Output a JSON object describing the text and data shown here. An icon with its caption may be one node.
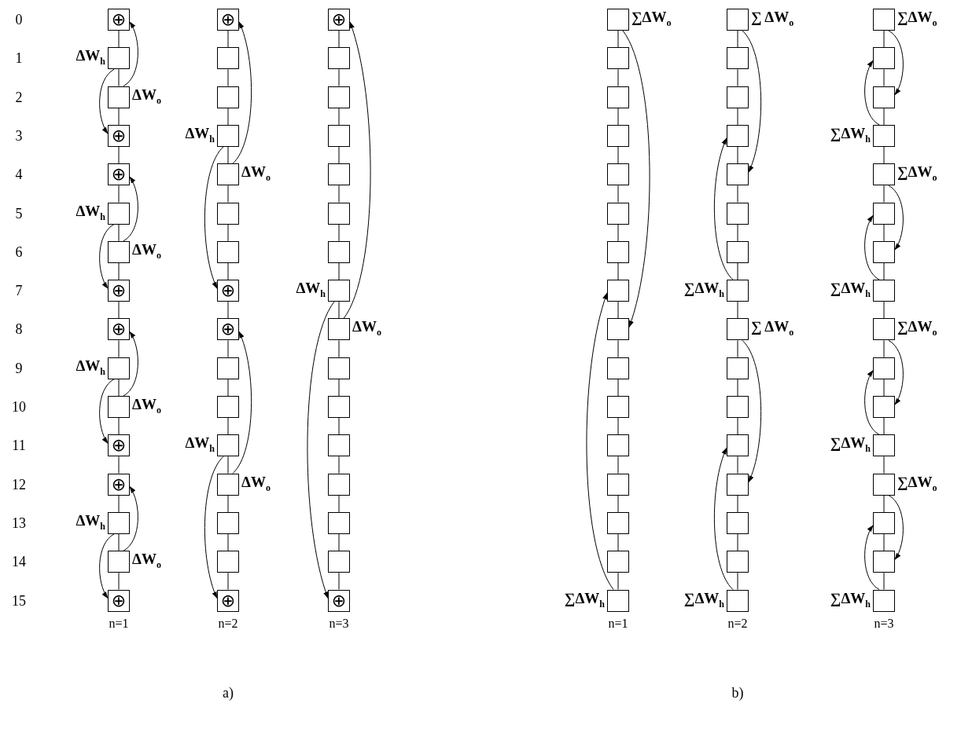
{
  "diagram": {
    "nodes": [
      {
        "text": [
          "⊕"
        ]
      },
      {
        "text": [],
        "shape": "box",
        "beside": [
          "ΔW$_{h}$"
        ]
      },
      {
        "text": [],
        "shape": "box",
        "beside": [
          "ΔW$_{o}$"
        ]
      },
      {
        "text": [
          "⊕"
        ]
      },
      {
        "text": [
          "⊕"
        ]
      },
      {
        "text": [],
        "shape": "box",
        "beside": [
          "ΔW$_{h}$"
        ]
      },
      {
        "text": [],
        "shape": "box",
        "beside": [
          "ΔW$_{o}$"
        ]
      },
      {
        "text": [
          "⊕"
        ]
      },
      {
        "text": [
          "⊕"
        ]
      },
      {
        "text": [],
        "shape": "box",
        "beside": [
          "ΔW$_{h}$"
        ]
      },
      {
        "text": [],
        "shape": "box",
        "beside": [
          "ΔW$_{o}$"
        ]
      },
      {
        "text": [
          "⊕"
        ]
      },
      {
        "text": [
          "⊕"
        ]
      },
      {
        "text": [],
        "shape": "box",
        "beside": [
          "ΔW$_{h}$"
        ]
      },
      {
        "text": [],
        "shape": "box",
        "beside": [
          "ΔW$_{o}$"
        ]
      },
      {
        "text": [
          "⊕"
        ]
      },
      {
        "text": [
          "⊕"
        ]
      },
      {
        "text": [],
        "shape": "box"
      },
      {
        "text": [],
        "shape": "box"
      },
      {
        "text": [],
        "shape": "box",
        "beside": [
          "ΔW$_{h}$"
        ]
      },
      {
        "text": [],
        "shape": "box",
        "beside": [
          "ΔW$_{o}$"
        ]
      },
      {
        "text": [],
        "shape": "box"
      },
      {
        "text": [],
        "shape": "box"
      },
      {
        "text": [
          "⊕"
        ]
      },
      {
        "text": [
          "⊕"
        ]
      },
      {
        "text": [],
        "shape": "box"
      },
      {
        "text": [],
        "shape": "box"
      },
      {
        "text": [],
        "shape": "box",
        "beside": [
          "ΔW$_{h}$"
        ]
      },
      {
        "text": [],
        "shape": "box",
        "beside": [
          "ΔW$_{o}$"
        ]
      },
      {
        "text": [],
        "shape": "box"
      },
      {
        "text": [],
        "shape": "box"
      },
      {
        "text": [
          "⊕"
        ]
      },
      {
        "text": [
          "⊕"
        ]
      },
      {
        "text": [],
        "shape": "box"
      },
      {
        "text": [],
        "shape": "box"
      },
      {
        "text": [],
        "shape": "box"
      },
      {
        "text": [],
        "shape": "box"
      },
      {
        "text": [],
        "shape": "box"
      },
      {
        "text": [],
        "shape": "box"
      },
      {
        "text": [],
        "shape": "box",
        "beside": [
          "ΔW$_{h}$"
        ]
      },
      {
        "text": [],
        "shape": "box",
        "beside": [
          "ΔW$_{o}$"
        ]
      },
      {
        "text": [],
        "shape": "box"
      },
      {
        "text": [],
        "shape": "box"
      },
      {
        "text": [],
        "shape": "box"
      },
      {
        "text": [],
        "shape": "box"
      },
      {
        "text": [],
        "shape": "box"
      },
      {
        "text": [],
        "shape": "box"
      },
      {
        "text": [
          "⊕"
        ]
      },
      {
        "text": [],
        "shape": "box",
        "beside": [
          "∑ΔW$_{o}$"
        ]
      },
      {
        "text": [],
        "shape": "box"
      },
      {
        "text": [],
        "shape": "box"
      },
      {
        "text": [],
        "shape": "box"
      },
      {
        "text": [],
        "shape": "box"
      },
      {
        "text": [],
        "shape": "box"
      },
      {
        "text": [],
        "shape": "box"
      },
      {
        "text": [],
        "shape": "box"
      },
      {
        "text": [],
        "shape": "box"
      },
      {
        "text": [],
        "shape": "box"
      },
      {
        "text": [],
        "shape": "box"
      },
      {
        "text": [],
        "shape": "box"
      },
      {
        "text": [],
        "shape": "box"
      },
      {
        "text": [],
        "shape": "box"
      },
      {
        "text": [],
        "shape": "box"
      },
      {
        "text": [],
        "shape": "box",
        "beside": [
          "∑ΔW$_{h}$"
        ]
      },
      {
        "text": [],
        "shape": "box",
        "beside": [
          "∑ ΔW$_{o}$"
        ]
      },
      {
        "text": [],
        "shape": "box"
      },
      {
        "text": [],
        "shape": "box"
      },
      {
        "text": [],
        "shape": "box"
      },
      {
        "text": [],
        "shape": "box"
      },
      {
        "text": [],
        "shape": "box"
      },
      {
        "text": [],
        "shape": "box"
      },
      {
        "text": [],
        "shape": "box",
        "beside": [
          "∑ΔW$_{h}$"
        ]
      },
      {
        "text": [],
        "shape": "box",
        "beside": [
          "∑ ΔW$_{o}$"
        ]
      },
      {
        "text": [],
        "shape": "box"
      },
      {
        "text": [],
        "shape": "box"
      },
      {
        "text": [],
        "shape": "box"
      },
      {
        "text": [],
        "shape": "box"
      },
      {
        "text": [],
        "shape": "box"
      },
      {
        "text": [],
        "shape": "box"
      },
      {
        "text": [],
        "shape": "box",
        "beside": [
          "∑ΔW$_{h}$"
        ]
      },
      {
        "text": [],
        "shape": "box",
        "beside": [
          "∑ΔW$_{o}$"
        ]
      },
      {
        "text": [],
        "shape": "box"
      },
      {
        "text": [],
        "shape": "box"
      },
      {
        "text": [],
        "shape": "box",
        "beside": [
          "∑ΔW$_{h}$"
        ]
      },
      {
        "text": [],
        "shape": "box",
        "beside": [
          "∑ΔW$_{o}$"
        ]
      },
      {
        "text": [],
        "shape": "box"
      },
      {
        "text": [],
        "shape": "box"
      },
      {
        "text": [],
        "shape": "box",
        "beside": [
          "∑ΔW$_{h}$"
        ]
      },
      {
        "text": [],
        "shape": "box",
        "beside": [
          "∑ΔW$_{o}$"
        ]
      },
      {
        "text": [],
        "shape": "box"
      },
      {
        "text": [],
        "shape": "box"
      },
      {
        "text": [],
        "shape": "box",
        "beside": [
          "∑ΔW$_{h}$"
        ]
      },
      {
        "text": [],
        "shape": "box",
        "beside": [
          "∑ΔW$_{o}$"
        ]
      },
      {
        "text": [],
        "shape": "box"
      },
      {
        "text": [],
        "shape": "box"
      },
      {
        "text": [],
        "shape": "box",
        "beside": [
          "∑ΔW$_{h}$"
        ]
      }
    ],
    "edges": [
      {
        "from": 1,
        "to": 3,
        "arrow": "to"
      },
      {
        "from": 2,
        "to": 0,
        "arrow": "to"
      },
      {
        "from": 5,
        "to": 7,
        "arrow": "to"
      },
      {
        "from": 6,
        "to": 4,
        "arrow": "to"
      },
      {
        "from": 9,
        "to": 11,
        "arrow": "to"
      },
      {
        "from": 10,
        "to": 8,
        "arrow": "to"
      },
      {
        "from": 13,
        "to": 15,
        "arrow": "to"
      },
      {
        "from": 14,
        "to": 12,
        "arrow": "to"
      },
      {
        "from": 19,
        "to": 23,
        "arrow": "to"
      },
      {
        "from": 20,
        "to": 16,
        "arrow": "to"
      },
      {
        "from": 27,
        "to": 31,
        "arrow": "to"
      },
      {
        "from": 28,
        "to": 24,
        "arrow": "to"
      },
      {
        "from": 39,
        "to": 47,
        "arrow": "to"
      },
      {
        "from": 40,
        "to": 32,
        "arrow": "to"
      },
      {
        "from": 48,
        "to": 56,
        "arrow": "to"
      },
      {
        "from": 63,
        "to": 55,
        "arrow": "to"
      },
      {
        "from": 64,
        "to": 68,
        "arrow": "to"
      },
      {
        "from": 71,
        "to": 67,
        "arrow": "to"
      },
      {
        "from": 72,
        "to": 76,
        "arrow": "to"
      },
      {
        "from": 79,
        "to": 75,
        "arrow": "to"
      },
      {
        "from": 80,
        "to": 82,
        "arrow": "to"
      },
      {
        "from": 83,
        "to": 81,
        "arrow": "to"
      },
      {
        "from": 84,
        "to": 86,
        "arrow": "to"
      },
      {
        "from": 87,
        "to": 85,
        "arrow": "to"
      },
      {
        "from": 88,
        "to": 90,
        "arrow": "to"
      },
      {
        "from": 91,
        "to": 89,
        "arrow": "to"
      },
      {
        "from": 92,
        "to": 94,
        "arrow": "to"
      },
      {
        "from": 95,
        "to": 93,
        "arrow": "to"
      },
      {
        "from": 0,
        "to": 1,
        "arrow": "none"
      },
      {
        "from": 1,
        "to": 2,
        "arrow": "none"
      },
      {
        "from": 2,
        "to": 3,
        "arrow": "none"
      },
      {
        "from": 3,
        "to": 4,
        "arrow": "none"
      },
      {
        "from": 4,
        "to": 5,
        "arrow": "none"
      },
      {
        "from": 5,
        "to": 6,
        "arrow": "none"
      },
      {
        "from": 6,
        "to": 7,
        "arrow": "none"
      },
      {
        "from": 7,
        "to": 8,
        "arrow": "none"
      },
      {
        "from": 8,
        "to": 9,
        "arrow": "none"
      },
      {
        "from": 9,
        "to": 10,
        "arrow": "none"
      },
      {
        "from": 10,
        "to": 11,
        "arrow": "none"
      },
      {
        "from": 11,
        "to": 12,
        "arrow": "none"
      },
      {
        "from": 12,
        "to": 13,
        "arrow": "none"
      },
      {
        "from": 13,
        "to": 14,
        "arrow": "none"
      },
      {
        "from": 14,
        "to": 15,
        "arrow": "none"
      },
      {
        "from": 16,
        "to": 17,
        "arrow": "none"
      },
      {
        "from": 17,
        "to": 18,
        "arrow": "none"
      },
      {
        "from": 18,
        "to": 19,
        "arrow": "none"
      },
      {
        "from": 19,
        "to": 20,
        "arrow": "none"
      },
      {
        "from": 20,
        "to": 21,
        "arrow": "none"
      },
      {
        "from": 21,
        "to": 22,
        "arrow": "none"
      },
      {
        "from": 22,
        "to": 23,
        "arrow": "none"
      },
      {
        "from": 23,
        "to": 24,
        "arrow": "none"
      },
      {
        "from": 24,
        "to": 25,
        "arrow": "none"
      },
      {
        "from": 25,
        "to": 26,
        "arrow": "none"
      },
      {
        "from": 26,
        "to": 27,
        "arrow": "none"
      },
      {
        "from": 27,
        "to": 28,
        "arrow": "none"
      },
      {
        "from": 28,
        "to": 29,
        "arrow": "none"
      },
      {
        "from": 29,
        "to": 30,
        "arrow": "none"
      },
      {
        "from": 30,
        "to": 31,
        "arrow": "none"
      },
      {
        "from": 32,
        "to": 33,
        "arrow": "none"
      },
      {
        "from": 33,
        "to": 34,
        "arrow": "none"
      },
      {
        "from": 34,
        "to": 35,
        "arrow": "none"
      },
      {
        "from": 35,
        "to": 36,
        "arrow": "none"
      },
      {
        "from": 36,
        "to": 37,
        "arrow": "none"
      },
      {
        "from": 37,
        "to": 38,
        "arrow": "none"
      },
      {
        "from": 38,
        "to": 39,
        "arrow": "none"
      },
      {
        "from": 39,
        "to": 40,
        "arrow": "none"
      },
      {
        "from": 40,
        "to": 41,
        "arrow": "none"
      },
      {
        "from": 41,
        "to": 42,
        "arrow": "none"
      },
      {
        "from": 42,
        "to": 43,
        "arrow": "none"
      },
      {
        "from": 43,
        "to": 44,
        "arrow": "none"
      },
      {
        "from": 44,
        "to": 45,
        "arrow": "none"
      },
      {
        "from": 45,
        "to": 46,
        "arrow": "none"
      },
      {
        "from": 46,
        "to": 47,
        "arrow": "none"
      },
      {
        "from": 48,
        "to": 49,
        "arrow": "none"
      },
      {
        "from": 49,
        "to": 50,
        "arrow": "none"
      },
      {
        "from": 50,
        "to": 51,
        "arrow": "none"
      },
      {
        "from": 51,
        "to": 52,
        "arrow": "none"
      },
      {
        "from": 52,
        "to": 53,
        "arrow": "none"
      },
      {
        "from": 53,
        "to": 54,
        "arrow": "none"
      },
      {
        "from": 54,
        "to": 55,
        "arrow": "none"
      },
      {
        "from": 55,
        "to": 56,
        "arrow": "none"
      },
      {
        "from": 56,
        "to": 57,
        "arrow": "none"
      },
      {
        "from": 57,
        "to": 58,
        "arrow": "none"
      },
      {
        "from": 58,
        "to": 59,
        "arrow": "none"
      },
      {
        "from": 59,
        "to": 60,
        "arrow": "none"
      },
      {
        "from": 60,
        "to": 61,
        "arrow": "none"
      },
      {
        "from": 61,
        "to": 62,
        "arrow": "none"
      },
      {
        "from": 62,
        "to": 63,
        "arrow": "none"
      },
      {
        "from": 64,
        "to": 65,
        "arrow": "none"
      },
      {
        "from": 65,
        "to": 66,
        "arrow": "none"
      },
      {
        "from": 66,
        "to": 67,
        "arrow": "none"
      },
      {
        "from": 67,
        "to": 68,
        "arrow": "none"
      },
      {
        "from": 68,
        "to": 69,
        "arrow": "none"
      },
      {
        "from": 69,
        "to": 70,
        "arrow": "none"
      },
      {
        "from": 70,
        "to": 71,
        "arrow": "none"
      },
      {
        "from": 71,
        "to": 72,
        "arrow": "none"
      },
      {
        "from": 72,
        "to": 73,
        "arrow": "none"
      },
      {
        "from": 73,
        "to": 74,
        "arrow": "none"
      },
      {
        "from": 74,
        "to": 75,
        "arrow": "none"
      },
      {
        "from": 75,
        "to": 76,
        "arrow": "none"
      },
      {
        "from": 76,
        "to": 77,
        "arrow": "none"
      },
      {
        "from": 77,
        "to": 78,
        "arrow": "none"
      },
      {
        "from": 78,
        "to": 79,
        "arrow": "none"
      },
      {
        "from": 80,
        "to": 81,
        "arrow": "none"
      },
      {
        "from": 81,
        "to": 82,
        "arrow": "none"
      },
      {
        "from": 82,
        "to": 83,
        "arrow": "none"
      },
      {
        "from": 83,
        "to": 84,
        "arrow": "none"
      },
      {
        "from": 84,
        "to": 85,
        "arrow": "none"
      },
      {
        "from": 85,
        "to": 86,
        "arrow": "none"
      },
      {
        "from": 86,
        "to": 87,
        "arrow": "none"
      },
      {
        "from": 87,
        "to": 88,
        "arrow": "none"
      },
      {
        "from": 88,
        "to": 89,
        "arrow": "none"
      },
      {
        "from": 89,
        "to": 90,
        "arrow": "none"
      },
      {
        "from": 90,
        "to": 91,
        "arrow": "none"
      },
      {
        "from": 91,
        "to": 92,
        "arrow": "none"
      },
      {
        "from": 92,
        "to": 93,
        "arrow": "none"
      },
      {
        "from": 93,
        "to": 94,
        "arrow": "none"
      },
      {
        "from": 94,
        "to": 95,
        "arrow": "none"
      }
    ],
    "labels": [
      "0",
      "1",
      "2",
      "3",
      "4",
      "5",
      "6",
      "7",
      "8",
      "9",
      "10",
      "11",
      "12",
      "13",
      "14",
      "15",
      "n=1",
      "n=2",
      "n=3",
      "n=1",
      "n=2",
      "n=3",
      "a)",
      "b)"
    ]
  }
}
